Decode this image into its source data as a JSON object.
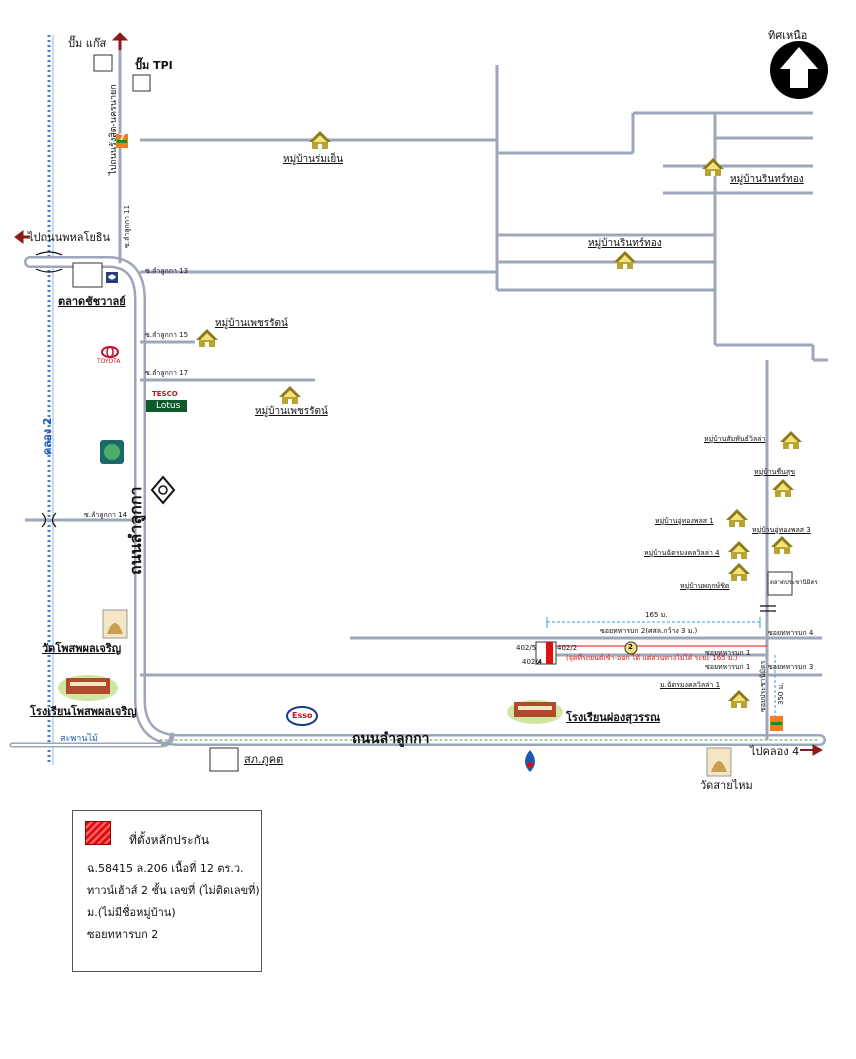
{
  "north": {
    "label": "ทิศเหนือ"
  },
  "labels": {
    "pump_gas": "ปั๊ม แก๊ส",
    "pump_tpi": "ปั๊ม TPI",
    "to_rangsit": "ไปถนนรังสิต-นครนายก",
    "to_phahon": "ไปถนนพหลโยธิน",
    "soi11": "ซ.ลำลูกกา 11",
    "soi13": "ซ.ลำลูกกา 13",
    "soi15": "ซ.ลำลูกกา 15",
    "soi17": "ซ.ลำลูกกา 17",
    "soi14": "ซ.ลำลูกกา 14",
    "market": "ตลาดชัชวาลย์",
    "canal": "คลอง 2",
    "lamlukka_road_v": "ถนนลำลูกกา",
    "lamlukka_road_h": "ถนนลำลูกกา",
    "wat_phosop": "วัดโพสพผลเจริญ",
    "school_phosop": "โรงเรียนโพสพผลเจริญ",
    "bridge": "สะพานไม้",
    "shop": "สภ.ภูคต",
    "to_khlong4": "ไปคลอง 4",
    "wat_saimai": "วัดสายไหม",
    "school_phongsuwan": "โรงเรียนผ่องสุวรรณ",
    "village_romyen": "หมู่บ้านร่มเย็น",
    "village_rinthong1": "หมู่บ้านรินทร์ทอง",
    "village_rinthong2": "หมู่บ้านรินทร์ทอง",
    "village_petcharat1": "หมู่บ้านเพชรรัตน์",
    "village_petcharat2": "หมู่บ้านเพชรรัตน์",
    "village_a": "หมู่บ้านสัมพันธ์วิลล่า",
    "village_b": "หมู่บ้านชื่นสุข",
    "village_c": "หมู่บ้านอู่ทองพลส 1",
    "village_d": "หมู่บ้านอู่ทองพลส 3",
    "village_e": "หมู่บ้านฉัตรมงคลวิลล่า 4",
    "village_f": "หมู่บ้านพฤกษ์ชิด",
    "village_g": "ม.ฉัตรมงคลวิลล่า 1",
    "market2": "ตลาดประชานิมิตร",
    "soi2": "ซอยทหารบก 2(ศสล.กว้าง 3 ม.)",
    "soi4": "ซอยทหารบก 4",
    "soi3": "ซอยทหารบก 3",
    "soi1a": "ซอยทหารบก 1",
    "soi1b": "ซอยทหารบก 1",
    "soi_pracha": "ซอยประชานิมิตร",
    "dist165": "165 ม.",
    "dist350": "350 ม.",
    "lot_402_5": "402/5",
    "lot_402_2": "402/2",
    "lot_402_4": "402/4",
    "marker_num": "2",
    "note": "(จุดที่รถยนต์เข้า-ออก ได้ แต่สวนทางไม่ได้ ระยะ 165 ม.)",
    "tesco_top": "TESCO",
    "tesco_bottom": "Lotus",
    "toyota": "TOYOTA",
    "esso": "Esso",
    "seven": "7"
  },
  "legend": {
    "title": "ที่ตั้งหลักประกัน",
    "line1": "ฉ.58415  ล.206  เนื้อที่ 12 ตร.ว.",
    "line2": "ทาวน์เฮ้าส์ 2 ชั้น เลขที่ (ไม่ติดเลขที่)",
    "line3": "ม.(ไม่มีชื่อหมู่บ้าน)",
    "line4": "ซอยทหารบก 2"
  },
  "colors": {
    "road": "#9ea6ba",
    "canal": "#3a7fd0",
    "house": "#8a7a1a",
    "arrow": "#8b1a1a",
    "red": "#e01010"
  }
}
